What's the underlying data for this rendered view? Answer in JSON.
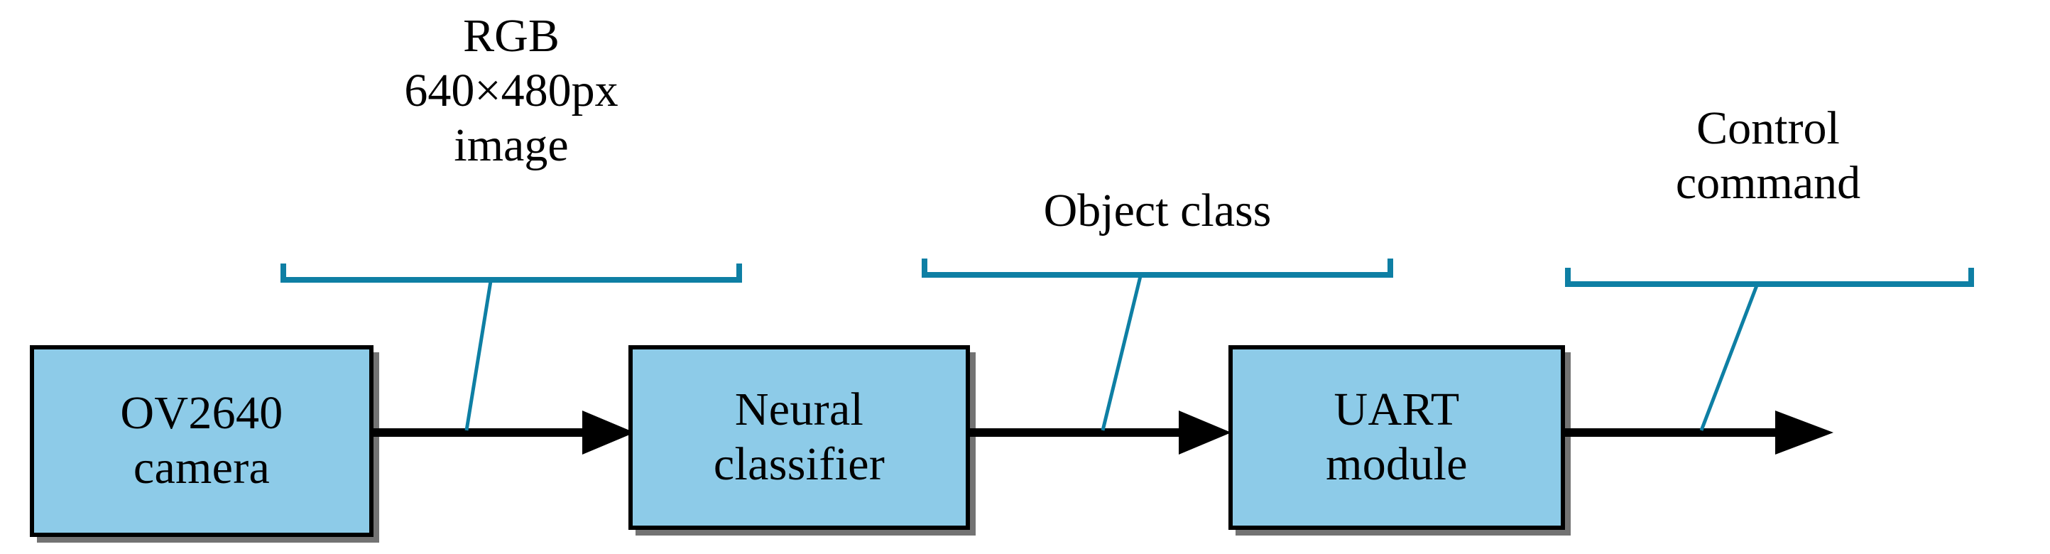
{
  "diagram": {
    "type": "block-flow-pipeline",
    "title": "Camera to neural classifier to UART control pipeline",
    "colors": {
      "box_fill": "#8DCBE8",
      "box_border": "#000000",
      "arrow": "#000000",
      "bracket": "#0E7FA4",
      "background": "#FFFFFF",
      "text": "#000000"
    },
    "blocks": [
      {
        "id": "camera",
        "lines": [
          "OV2640",
          "camera"
        ],
        "line1": "OV2640",
        "line2": "camera"
      },
      {
        "id": "classifier",
        "lines": [
          "Neural",
          "classifier"
        ],
        "line1": "Neural",
        "line2": "classifier"
      },
      {
        "id": "uart",
        "lines": [
          "UART",
          "module"
        ],
        "line1": "UART",
        "line2": "module"
      }
    ],
    "connections": [
      {
        "id": "camera-to-classifier",
        "from": "camera",
        "to": "classifier",
        "label_lines": [
          "RGB",
          "640×480px",
          "image"
        ],
        "label_line1": "RGB",
        "label_line2": "640×480px",
        "label_line3": "image"
      },
      {
        "id": "classifier-to-uart",
        "from": "classifier",
        "to": "uart",
        "label_lines": [
          "Object class"
        ],
        "label_line1": "Object class"
      },
      {
        "id": "uart-to-output",
        "from": "uart",
        "to": "output",
        "label_lines": [
          "Control",
          "command"
        ],
        "label_line1": "Control",
        "label_line2": "command"
      }
    ]
  }
}
